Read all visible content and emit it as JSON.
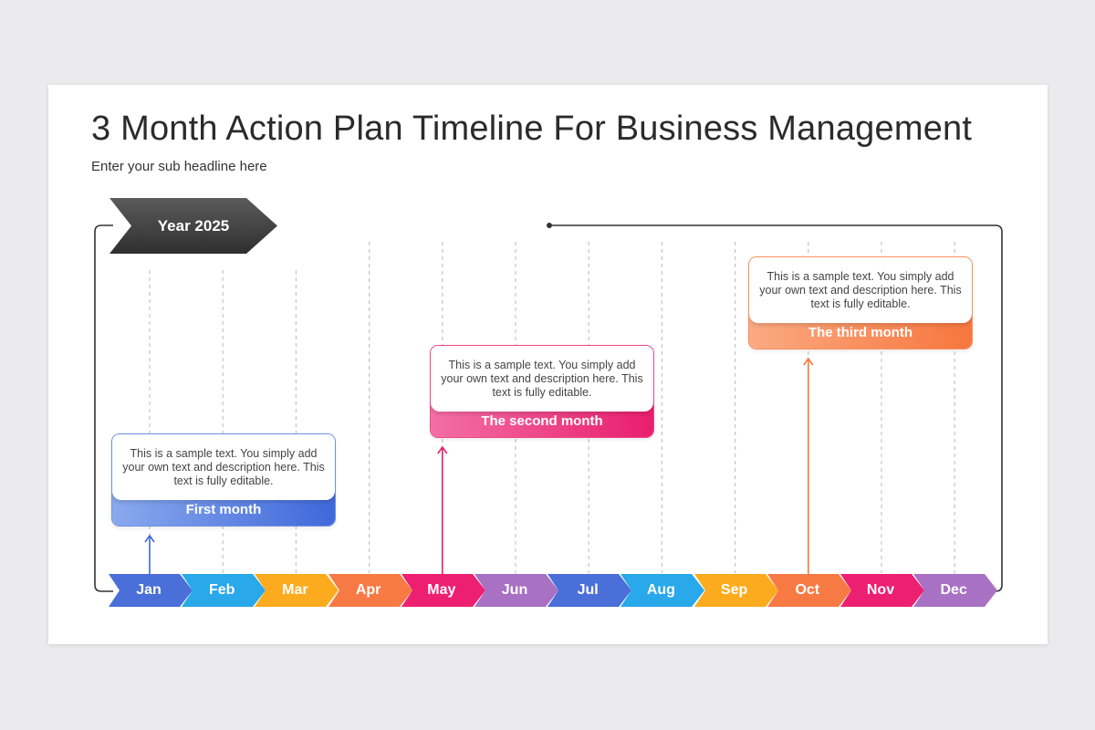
{
  "title": "3 Month Action Plan Timeline For Business Management",
  "subtitle": "Enter your sub headline here",
  "year_label": "Year 2025",
  "colors": {
    "frame": "#333333",
    "year_arrow": [
      "#5b5b5b",
      "#2f2f2f"
    ],
    "gridline": "#c4c4c4"
  },
  "months": [
    {
      "label": "Jan",
      "color": "#4a6fd8"
    },
    {
      "label": "Feb",
      "color": "#29a8ea"
    },
    {
      "label": "Mar",
      "color": "#fbab1d"
    },
    {
      "label": "Apr",
      "color": "#f77a45"
    },
    {
      "label": "May",
      "color": "#ec1f71"
    },
    {
      "label": "Jun",
      "color": "#a871c4"
    },
    {
      "label": "Jul",
      "color": "#4a6fd8"
    },
    {
      "label": "Aug",
      "color": "#29a8ea"
    },
    {
      "label": "Sep",
      "color": "#fbab1d"
    },
    {
      "label": "Oct",
      "color": "#f77a45"
    },
    {
      "label": "Nov",
      "color": "#ec1f71"
    },
    {
      "label": "Dec",
      "color": "#a871c4"
    }
  ],
  "cards": [
    {
      "label": "First month",
      "description": "This is a sample text. You simply add your own text and description here. This text is fully editable.",
      "month": "Jan",
      "colors": [
        "#8aa9ee",
        "#3f68da"
      ],
      "border": "#6f8fe0"
    },
    {
      "label": "The second month",
      "description": "This is a sample text. You simply add your own text and description here. This text is fully editable.",
      "month": "May",
      "colors": [
        "#f36fa5",
        "#e91e6e"
      ],
      "border": "#ee4a8a"
    },
    {
      "label": "The third month",
      "description": "This is a sample text. You simply add your own text and description here. This text is fully editable.",
      "month": "Oct",
      "colors": [
        "#fbaa82",
        "#f7763e"
      ],
      "border": "#f8905e"
    }
  ]
}
